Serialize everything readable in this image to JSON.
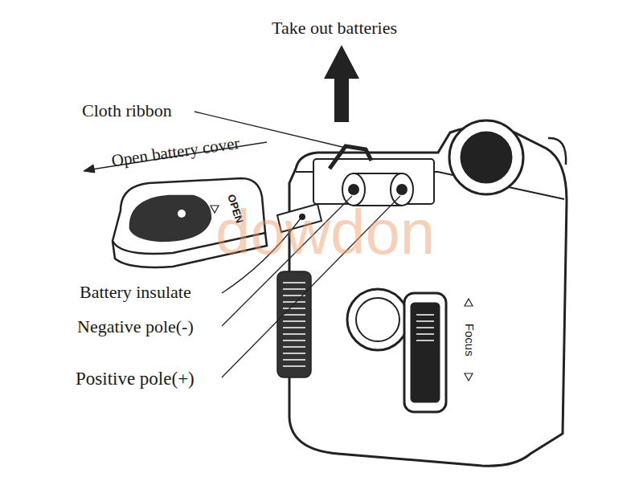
{
  "diagram": {
    "labels": [
      "Take out batteries",
      "Cloth ribbon",
      "Open battery cover",
      "OPEN",
      "Battery insulate",
      "Negative pole(-)",
      "Positive pole(+)",
      "Focus",
      "dowdon"
    ]
  }
}
